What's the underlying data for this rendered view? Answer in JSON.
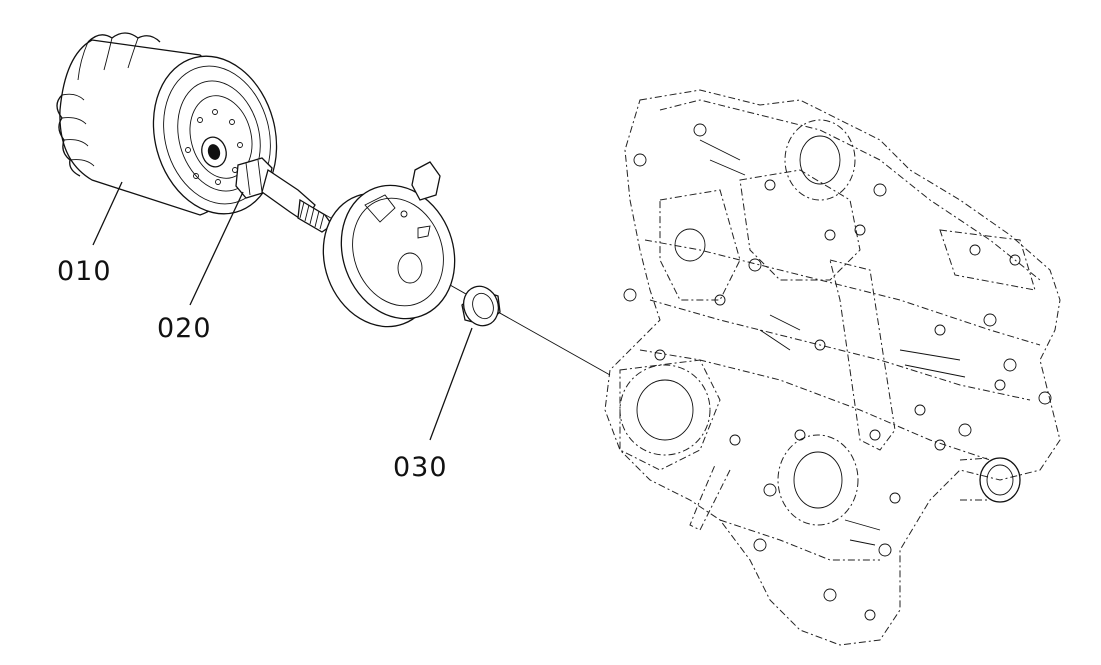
{
  "callouts": [
    {
      "id": "oil-filter",
      "label": "010"
    },
    {
      "id": "joint-bolt",
      "label": "020"
    },
    {
      "id": "seal-ring",
      "label": "030"
    }
  ],
  "colors": {
    "line": "#111111",
    "background": "#ffffff"
  }
}
